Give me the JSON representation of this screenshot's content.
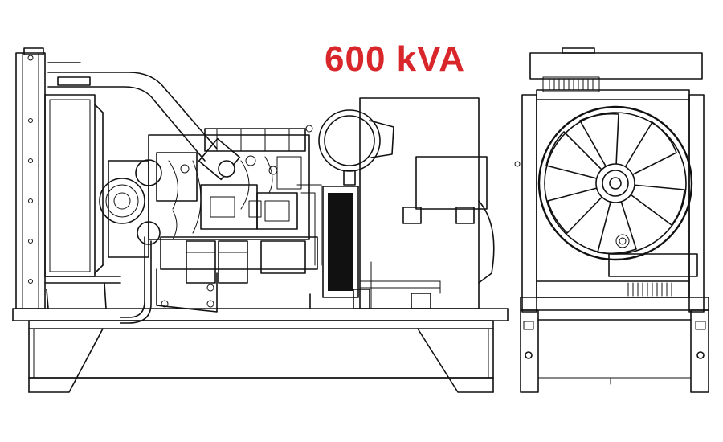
{
  "rating_label": "600 kVA",
  "accent_color": "#d8262b",
  "line_color": "#111111",
  "views": [
    {
      "name": "side-view"
    },
    {
      "name": "end-view"
    }
  ]
}
